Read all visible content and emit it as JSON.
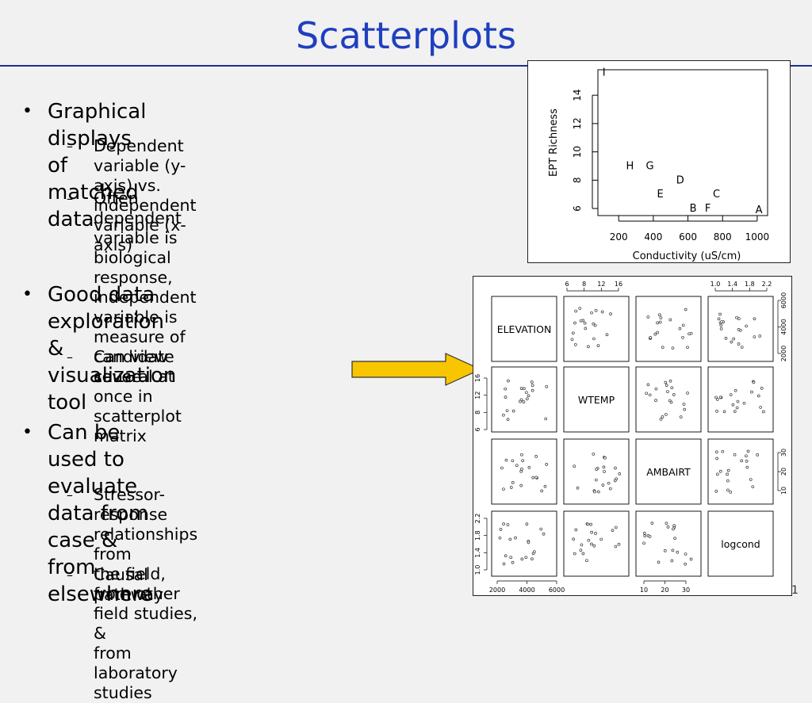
{
  "title": "Scatterplots",
  "bullets": [
    {
      "text_lines": [
        "Graphical displays of matched data"
      ],
      "subs": [
        {
          "lines": [
            "Dependent variable (y-axis) vs. independent",
            "variable (x-axis)"
          ]
        },
        {
          "lines": [
            "Often dependent variable is biological",
            "response, independent variable is measure of",
            "candidate cause"
          ]
        }
      ]
    },
    {
      "text_lines": [
        "Good data exploration & visualization",
        "tool"
      ],
      "subs": [
        {
          "lines": [
            "Can view several at once in",
            "scatterplot matrix"
          ]
        }
      ]
    },
    {
      "text_lines": [
        "Can be used to evaluate data from",
        "case & from elsewhere"
      ],
      "subs": [
        {
          "lines": [
            "Stressor-response relationships from",
            "the field, from other field studies, &",
            "from laboratory studies"
          ]
        },
        {
          "lines": [
            "Causal pathway"
          ]
        }
      ]
    }
  ],
  "page_number": "1",
  "arrow_color": "#f7c600",
  "chart_data": [
    {
      "type": "scatter",
      "title": "",
      "xlabel": "Conductivity (uS/cm)",
      "ylabel": "EPT Richness",
      "xlim": [
        80,
        1060
      ],
      "ylim": [
        5.5,
        15.8
      ],
      "xticks": [
        "200",
        "400",
        "600",
        "800",
        "1000"
      ],
      "xtick_values": [
        200,
        400,
        600,
        800,
        1000
      ],
      "yticks": [
        "6",
        "8",
        "10",
        "12",
        "14"
      ],
      "ytick_values": [
        6,
        8,
        10,
        12,
        14
      ],
      "markers": "letters",
      "points": [
        {
          "label": "I",
          "x": 115,
          "y": 15.6
        },
        {
          "label": "H",
          "x": 265,
          "y": 9
        },
        {
          "label": "G",
          "x": 380,
          "y": 9
        },
        {
          "label": "D",
          "x": 555,
          "y": 8
        },
        {
          "label": "E",
          "x": 440,
          "y": 7
        },
        {
          "label": "C",
          "x": 765,
          "y": 7
        },
        {
          "label": "B",
          "x": 630,
          "y": 6
        },
        {
          "label": "F",
          "x": 715,
          "y": 6
        },
        {
          "label": "A",
          "x": 1010,
          "y": 5.9
        }
      ]
    },
    {
      "type": "scatter-matrix",
      "variables": [
        "ELEVATION",
        "WTEMP",
        "AMBAIRT",
        "logcond"
      ],
      "top_axis": {
        "col2": [
          "6",
          "8",
          "12",
          "16"
        ],
        "col4": [
          "1.0",
          "1.4",
          "1.8",
          "2.2"
        ]
      },
      "right_axis": {
        "row1": [
          "2000",
          "4000",
          "6000"
        ],
        "row3": [
          "10",
          "20",
          "30"
        ]
      },
      "left_axis": {
        "row2": [
          "6",
          "8",
          "12",
          "16"
        ],
        "row4": [
          "1.0",
          "1.4",
          "1.8",
          "2.2"
        ]
      },
      "bottom_axis": {
        "col1": [
          "2000",
          "4000",
          "6000"
        ],
        "col3": [
          "10",
          "20",
          "30"
        ]
      }
    }
  ]
}
